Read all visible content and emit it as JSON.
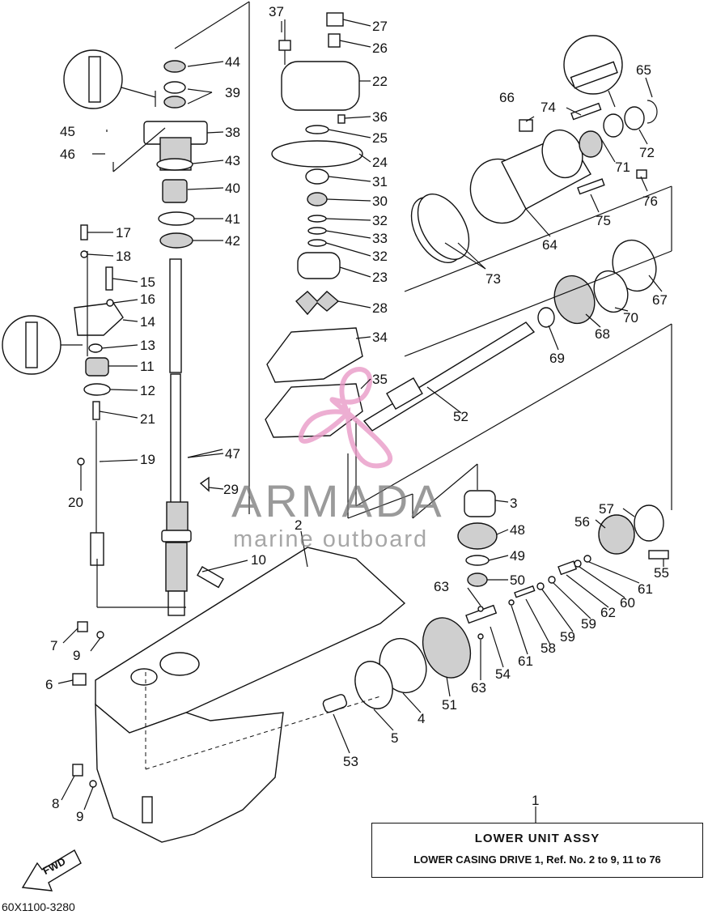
{
  "diagram": {
    "assembly_title": "LOWER UNIT ASSY",
    "assembly_subtitle": "LOWER CASING DRIVE 1,   Ref. No. 2 to 9, 11 to 76",
    "document_code": "60X1100-3280",
    "direction_label": "FWD",
    "watermark": {
      "brand": "ARMADA",
      "tagline": "marine outboard",
      "logo_color": "#e89ac7"
    },
    "grease_symbols": [
      "grease-symbol",
      "grease-symbol",
      "grease-symbol"
    ],
    "callouts": [
      "1",
      "2",
      "3",
      "4",
      "5",
      "6",
      "7",
      "8",
      "9",
      "9",
      "10",
      "11",
      "12",
      "13",
      "14",
      "15",
      "16",
      "17",
      "18",
      "19",
      "20",
      "21",
      "22",
      "23",
      "24",
      "25",
      "26",
      "27",
      "28",
      "29",
      "30",
      "31",
      "32",
      "32",
      "33",
      "34",
      "35",
      "36",
      "37",
      "38",
      "39",
      "40",
      "41",
      "42",
      "43",
      "44",
      "45",
      "46",
      "47",
      "48",
      "49",
      "50",
      "51",
      "52",
      "53",
      "54",
      "55",
      "56",
      "57",
      "58",
      "59",
      "59",
      "60",
      "61",
      "61",
      "62",
      "63",
      "63",
      "64",
      "65",
      "66",
      "67",
      "68",
      "69",
      "70",
      "71",
      "72",
      "73",
      "74",
      "75",
      "76"
    ]
  }
}
